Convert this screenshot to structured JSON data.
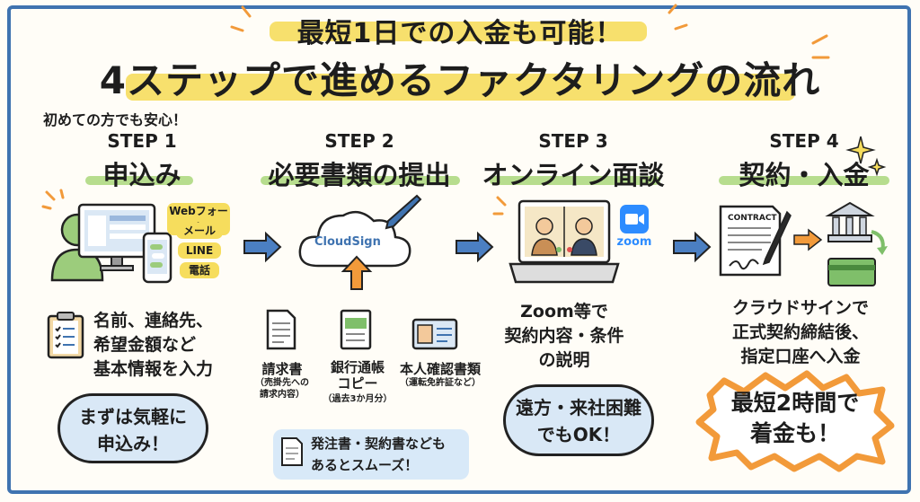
{
  "header": {
    "subtitle": "最短1日での入金も可能！",
    "title": "4ステップで進めるファクタリングの流れ"
  },
  "note": "初めての方でも安心！",
  "colors": {
    "border": "#3f73b0",
    "highlight_yellow": "#f6dd5d",
    "underline_green": "#b7dd8e",
    "arrow_blue": "#4b7fc2",
    "bubble_blue": "#d9e8f6",
    "arrow_orange": "#f29a3a"
  },
  "steps": [
    {
      "number": "STEP 1",
      "title": "申込み",
      "channels": [
        "Webフォーム",
        "メール",
        "LINE",
        "電話"
      ],
      "description": [
        "名前、連絡先、",
        "希望金額など",
        "基本情報を入力"
      ],
      "bubble": [
        "まずは気軽に",
        "申込み！"
      ],
      "icons": [
        "computer-icon",
        "smartphone-icon",
        "person-icon",
        "clipboard-icon"
      ]
    },
    {
      "number": "STEP 2",
      "title": "必要書類の提出",
      "cloud_label": "CloudSign",
      "documents": [
        {
          "label": "請求書",
          "sub": [
            "（売掛先への",
            "請求内容）"
          ]
        },
        {
          "label": "銀行通帳",
          "label2": "コピー",
          "sub": [
            "（過去3か月分）"
          ]
        },
        {
          "label": "本人確認書類",
          "sub": [
            "（運転免許証など）"
          ]
        }
      ],
      "note": [
        "発注書・契約書なども",
        "あるとスムーズ！"
      ],
      "icons": [
        "cloud-icon",
        "pen-icon",
        "upload-arrow-icon",
        "document-icon",
        "passbook-icon",
        "id-card-icon"
      ]
    },
    {
      "number": "STEP 3",
      "title": "オンライン面談",
      "zoom_label": "zoom",
      "description": [
        "Zoom等で",
        "契約内容・条件",
        "の説明"
      ],
      "bubble": [
        "遠方・来社困難",
        "でもOK！"
      ],
      "icons": [
        "laptop-icon",
        "zoom-icon"
      ]
    },
    {
      "number": "STEP 4",
      "title": "契約・入金",
      "contract_label": "CONTRACT",
      "description": [
        "クラウドサインで",
        "正式契約締結後、",
        "指定口座へ入金"
      ],
      "burst": [
        "最短2時間で",
        "着金も！"
      ],
      "icons": [
        "contract-icon",
        "bank-icon",
        "card-icon",
        "sparkle-icon"
      ]
    }
  ]
}
